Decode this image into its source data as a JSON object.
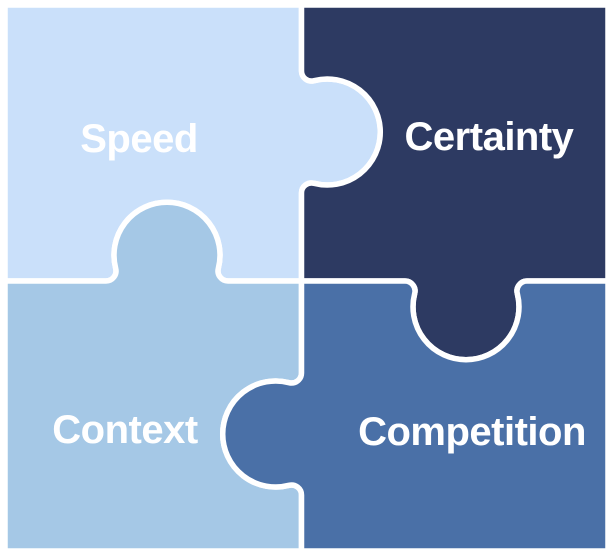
{
  "diagram": {
    "type": "four-piece-puzzle-quadrant",
    "background": "#ffffff",
    "divider_color": "#ffffff",
    "label_color": "#ffffff",
    "pieces": [
      {
        "id": "speed",
        "label": "Speed",
        "color": "#cae0fa",
        "position": "top-left"
      },
      {
        "id": "certainty",
        "label": "Certainty",
        "color": "#2d3a62",
        "position": "top-right"
      },
      {
        "id": "context",
        "label": "Context",
        "color": "#a5c8e6",
        "position": "bottom-left"
      },
      {
        "id": "competition",
        "label": "Competition",
        "color": "#4a70a7",
        "position": "bottom-right"
      }
    ]
  }
}
